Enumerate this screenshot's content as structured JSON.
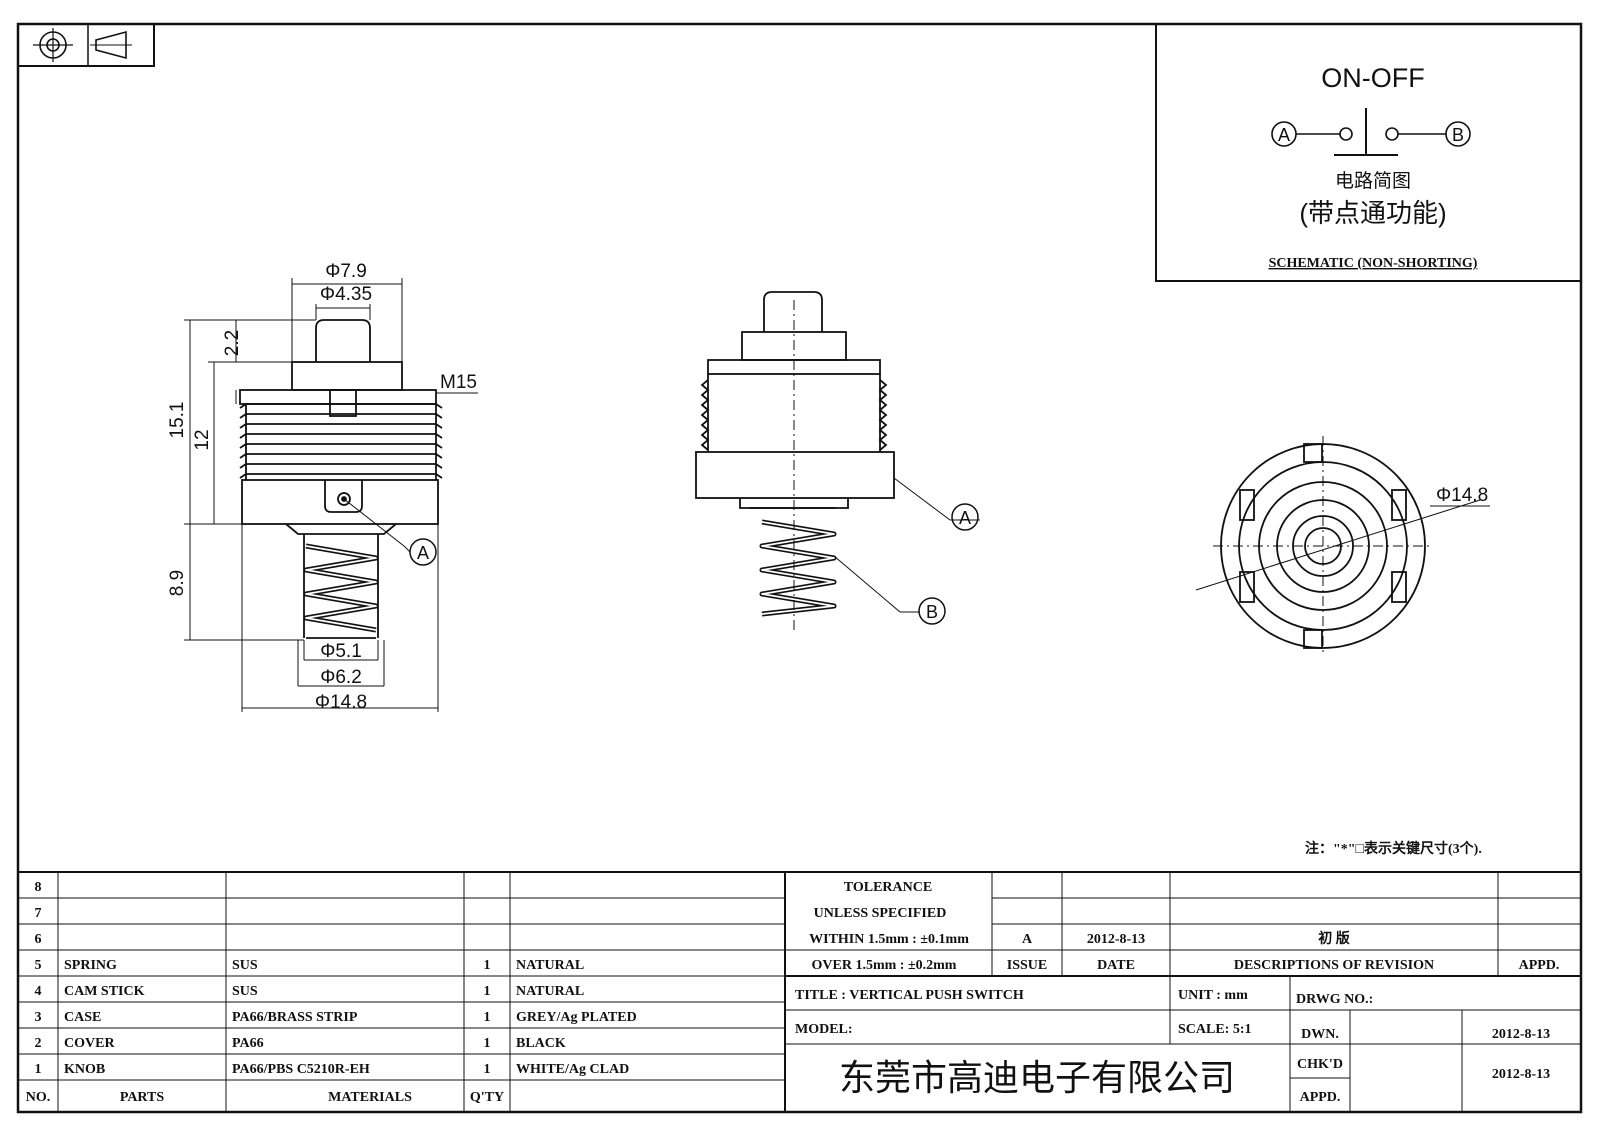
{
  "schematic": {
    "switch_type": "ON-OFF",
    "terminal_a": "A",
    "terminal_b": "B",
    "caption_cn": "电路简图",
    "function_cn": "(带点通功能)",
    "caption_en": "SCHEMATIC (NON-SHORTING)"
  },
  "dims": {
    "d79": "Φ7.9",
    "d435": "Φ4.35",
    "h22": "2.2",
    "h151": "15.1",
    "h12": "12",
    "m15": "M15",
    "h89": "8.9",
    "d51": "Φ5.1",
    "d62": "Φ6.2",
    "d148": "Φ14.8",
    "d148_end": "Φ14.8"
  },
  "callouts": {
    "a1": "A",
    "a2": "A",
    "b": "B"
  },
  "note": "注：\"*\"□表示关键尺寸(3个).",
  "parts": [
    {
      "no": "8",
      "part": "",
      "material": "",
      "qty": "",
      "finish": ""
    },
    {
      "no": "7",
      "part": "",
      "material": "",
      "qty": "",
      "finish": ""
    },
    {
      "no": "6",
      "part": "",
      "material": "",
      "qty": "",
      "finish": ""
    },
    {
      "no": "5",
      "part": "SPRING",
      "material": "SUS",
      "qty": "1",
      "finish": "NATURAL"
    },
    {
      "no": "4",
      "part": "CAM STICK",
      "material": "SUS",
      "qty": "1",
      "finish": "NATURAL"
    },
    {
      "no": "3",
      "part": "CASE",
      "material": "PA66/BRASS STRIP",
      "qty": "1",
      "finish": "GREY/Ag PLATED"
    },
    {
      "no": "2",
      "part": "COVER",
      "material": "PA66",
      "qty": "1",
      "finish": "BLACK"
    },
    {
      "no": "1",
      "part": "KNOB",
      "material": "PA66/PBS C5210R-EH",
      "qty": "1",
      "finish": "WHITE/Ag CLAD"
    }
  ],
  "parts_header": {
    "no": "NO.",
    "part": "PARTS",
    "material": "MATERIALS",
    "qty": "Q'TY"
  },
  "tolerance": {
    "line1": "TOLERANCE",
    "line2": "UNLESS  SPECIFIED",
    "line3": "WITHIN 1.5mm : ±0.1mm",
    "line4": "OVER 1.5mm : ±0.2mm"
  },
  "revision": {
    "issue": "A",
    "date": "2012-8-13",
    "description": "初  版",
    "issue_label": "ISSUE",
    "date_label": "DATE",
    "desc_label": "DESCRIPTIONS OF REVISION",
    "appd_label": "APPD."
  },
  "title_block": {
    "title": "TITLE :  VERTICAL PUSH SWITCH",
    "unit": "UNIT :  mm",
    "drwg": "DRWG NO.:",
    "model": "MODEL:",
    "scale": "SCALE:  5:1",
    "dwn": "DWN.",
    "dwn_date": "2012-8-13",
    "chkd": "CHK'D",
    "chkd_date": "2012-8-13",
    "appd": "APPD.",
    "company": "东莞市高迪电子有限公司"
  }
}
